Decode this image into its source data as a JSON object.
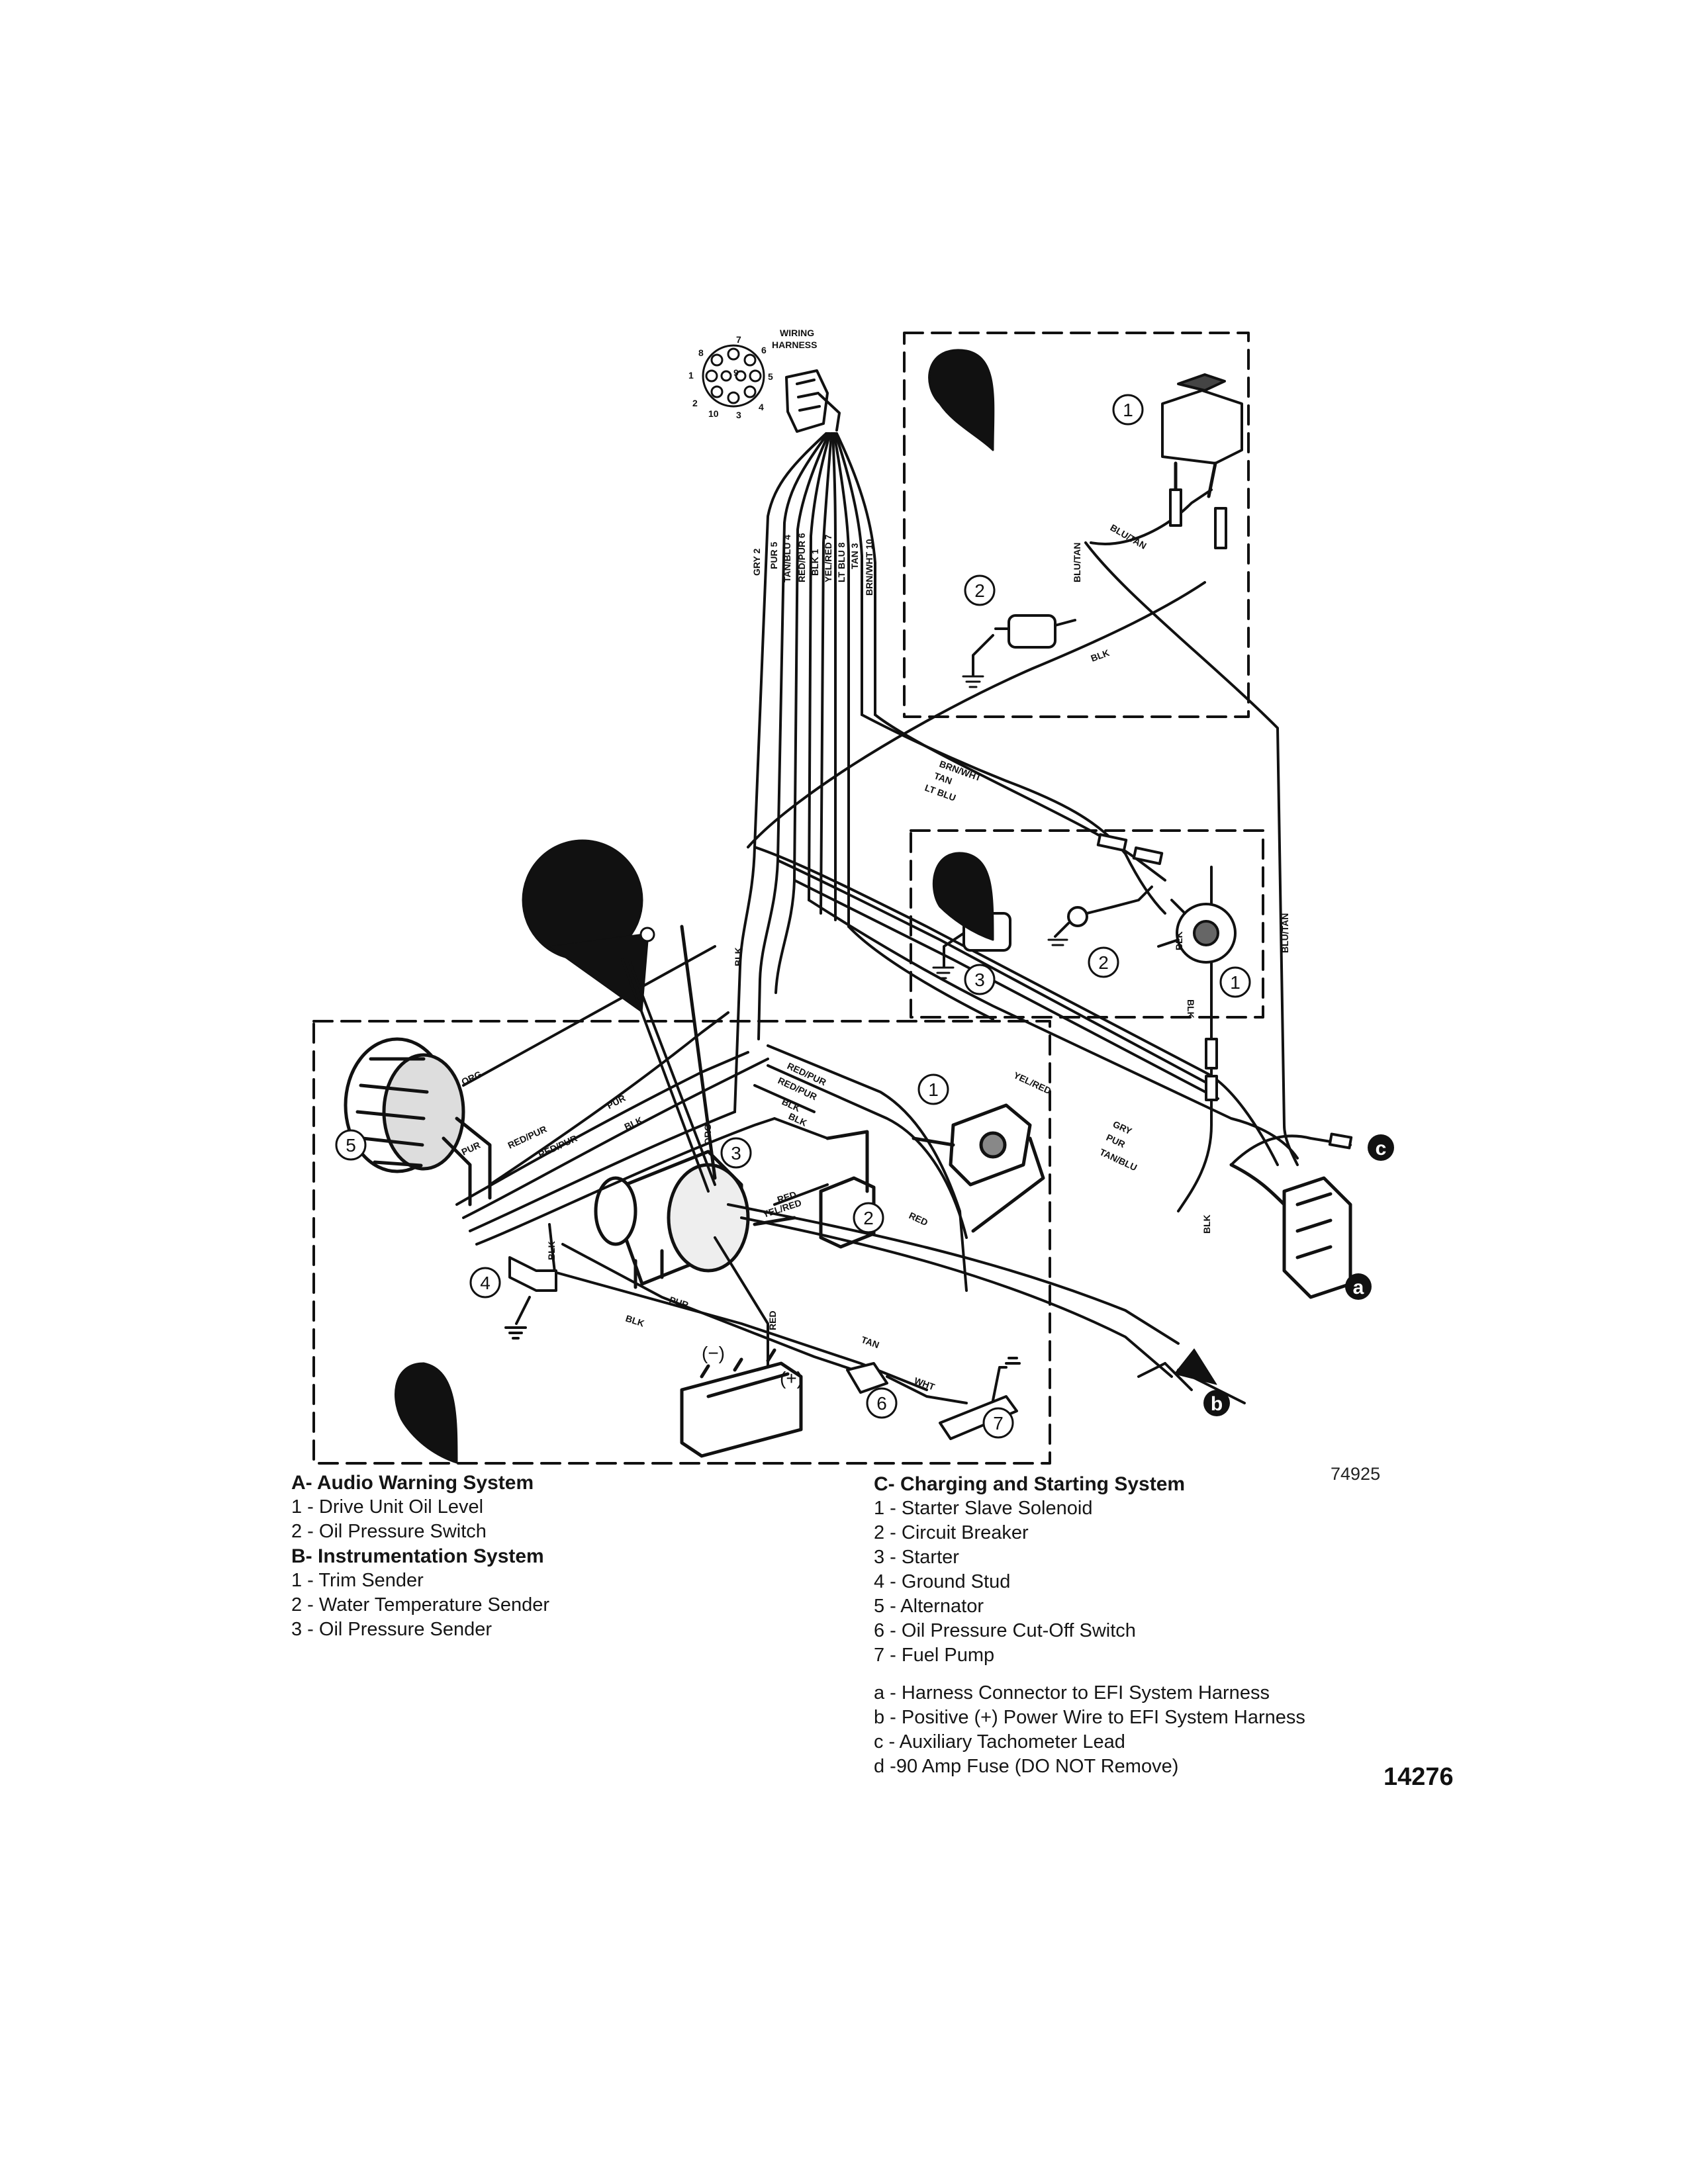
{
  "header": {
    "harness_label_line1": "WIRING",
    "harness_label_line2": "HARNESS"
  },
  "connector_pins": [
    "1",
    "2",
    "3",
    "4",
    "5",
    "6",
    "7",
    "8",
    "9",
    "10"
  ],
  "harness_wires": [
    "GRY 2",
    "PUR 5",
    "TAN/BLU 4",
    "RED/PUR 6",
    "BLK 1",
    "YEL/RED 7",
    "LT BLU 8",
    "TAN 3",
    "BRN/WHT 10"
  ],
  "wire_labels": {
    "blu_tan": "BLU/TAN",
    "blk": "BLK",
    "brn_wht": "BRN/WHT",
    "tan": "TAN",
    "lt_blu": "LT BLU",
    "org": "ORG",
    "pur": "PUR",
    "red_pur": "RED/PUR",
    "red": "RED",
    "yel_red": "YEL/RED",
    "gry": "GRY",
    "tan_blu": "TAN/BLU",
    "wht": "WHT"
  },
  "battery": {
    "neg": "(−)",
    "pos": "(+)"
  },
  "callouts": {
    "a1": "1",
    "a2": "2",
    "b1": "1",
    "b2": "2",
    "b3": "3",
    "c1": "1",
    "c2": "2",
    "c3": "3",
    "c4": "4",
    "c5": "5",
    "c6": "6",
    "c7": "7",
    "la": "a",
    "lb": "b",
    "lc": "c"
  },
  "figure_number": "74925",
  "legend": {
    "a_title": "A- Audio Warning System",
    "a_items": [
      "1 - Drive Unit Oil Level",
      "2 - Oil Pressure Switch"
    ],
    "b_title": "B- Instrumentation System",
    "b_items": [
      "1 - Trim Sender",
      "2 - Water Temperature Sender",
      "3 - Oil Pressure Sender"
    ],
    "c_title": "C- Charging and Starting System",
    "c_items": [
      "1 - Starter Slave Solenoid",
      "2 - Circuit Breaker",
      "3 - Starter",
      "4 - Ground Stud",
      "5 - Alternator",
      "6 - Oil Pressure Cut-Off Switch",
      "7 - Fuel Pump"
    ],
    "notes": [
      "a - Harness Connector to EFI System Harness",
      "b - Positive (+) Power Wire to EFI System Harness",
      "c - Auxiliary Tachometer Lead",
      "d -90 Amp Fuse (DO NOT Remove)"
    ]
  },
  "page_number": "14276"
}
